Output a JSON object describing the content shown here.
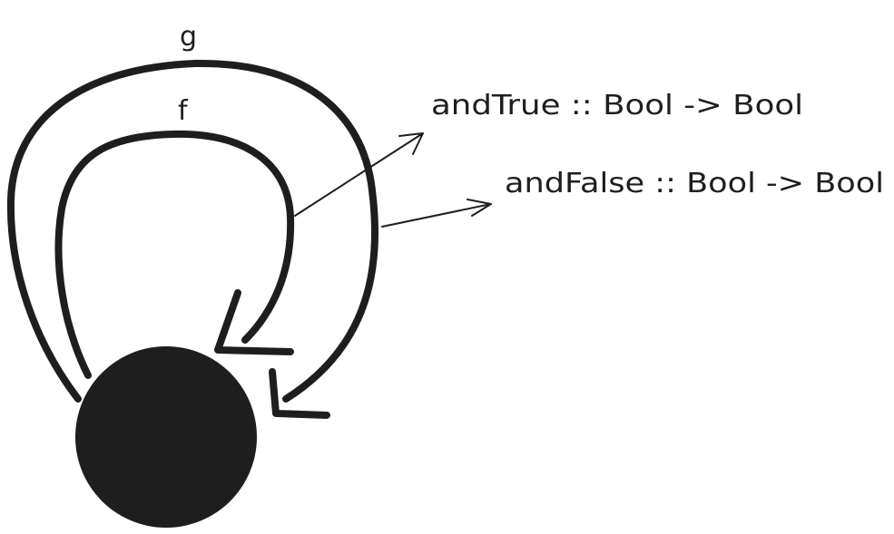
{
  "diagram": {
    "node_color": "#1e1e1e",
    "loops": [
      {
        "label": "g"
      },
      {
        "label": "f"
      }
    ],
    "annotations": [
      {
        "text": "andTrue :: Bool -> Bool",
        "points_to": "f"
      },
      {
        "text": "andFalse :: Bool -> Bool",
        "points_to": "g"
      }
    ]
  }
}
